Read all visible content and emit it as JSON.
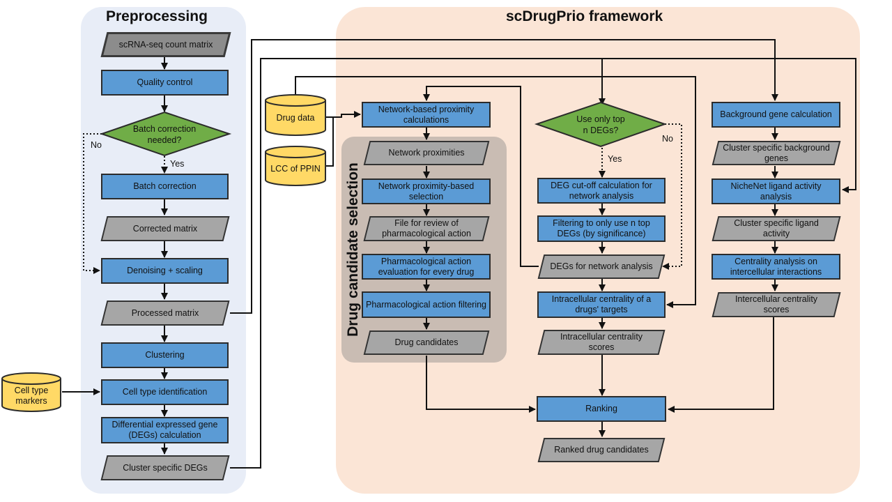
{
  "titles": {
    "preprocessing": "Preprocessing",
    "framework": "scDrugPrio framework",
    "drug_candidate_selection": "Drug candidate selection"
  },
  "nodes": {
    "scrna_matrix": "scRNA-seq count matrix",
    "quality_control": "Quality control",
    "batch_needed": [
      "Batch correction",
      "needed?"
    ],
    "batch_correction": "Batch correction",
    "corrected_matrix": "Corrected matrix",
    "denoising": "Denoising  + scaling",
    "processed_matrix": "Processed matrix",
    "clustering": "Clustering",
    "cell_type_markers": [
      "Cell type",
      "markers"
    ],
    "cell_type_identification": "Cell type identification",
    "deg_calculation": "Differential  expressed gene (DEGs) calculation",
    "cluster_specific_degs": "Cluster specific DEGs",
    "drug_data": "Drug data",
    "lcc_ppin": "LCC of PPIN",
    "network_proximity_calc": "Network-based  proximity calculations",
    "network_proximities": "Network  proximities",
    "network_proximity_selection": "Network proximity-based selection",
    "file_review": "File for review  of pharmacological action",
    "pharm_action_eval": "Pharmacological action evaluation for every drug",
    "pharm_action_filter": "Pharmacological action filtering",
    "drug_candidates": "Drug candidates",
    "use_top_n": [
      "Use only top",
      "n DEGs?"
    ],
    "deg_cutoff": "DEG cut-off calculation for network analysis",
    "filtering_top": "Filtering to only use n top DEGs (by significance)",
    "degs_network": "DEGs for network analysis",
    "intracellular_centrality": "Intracellular  centrality of a drugs' targets",
    "intracellular_scores": "Intracellular  centrality scores",
    "ranking": "Ranking",
    "ranked_candidates": "Ranked drug candidates",
    "background_gene_calc": "Background gene calculation",
    "cluster_background": "Cluster specific background genes",
    "nichenet": "NicheNet ligand activity analysis",
    "cluster_ligand": "Cluster specific ligand activity",
    "centrality_intercellular": "Centrality analysis on intercellular interactions",
    "intercellular_scores": "Intercellular  centrality scores"
  },
  "edge_labels": {
    "no_left": "No",
    "yes_left": "Yes",
    "yes_mid": "Yes",
    "no_mid": "No"
  },
  "colors": {
    "process_blue": "#5b9bd5",
    "data_gray": "#a6a6a6",
    "decision_green": "#70ad47",
    "database_yellow": "#ffd966",
    "preprocessing_bg": "#e8edf7",
    "framework_bg": "#fbe5d6",
    "drug_panel_bg": "#c9bcb3"
  }
}
